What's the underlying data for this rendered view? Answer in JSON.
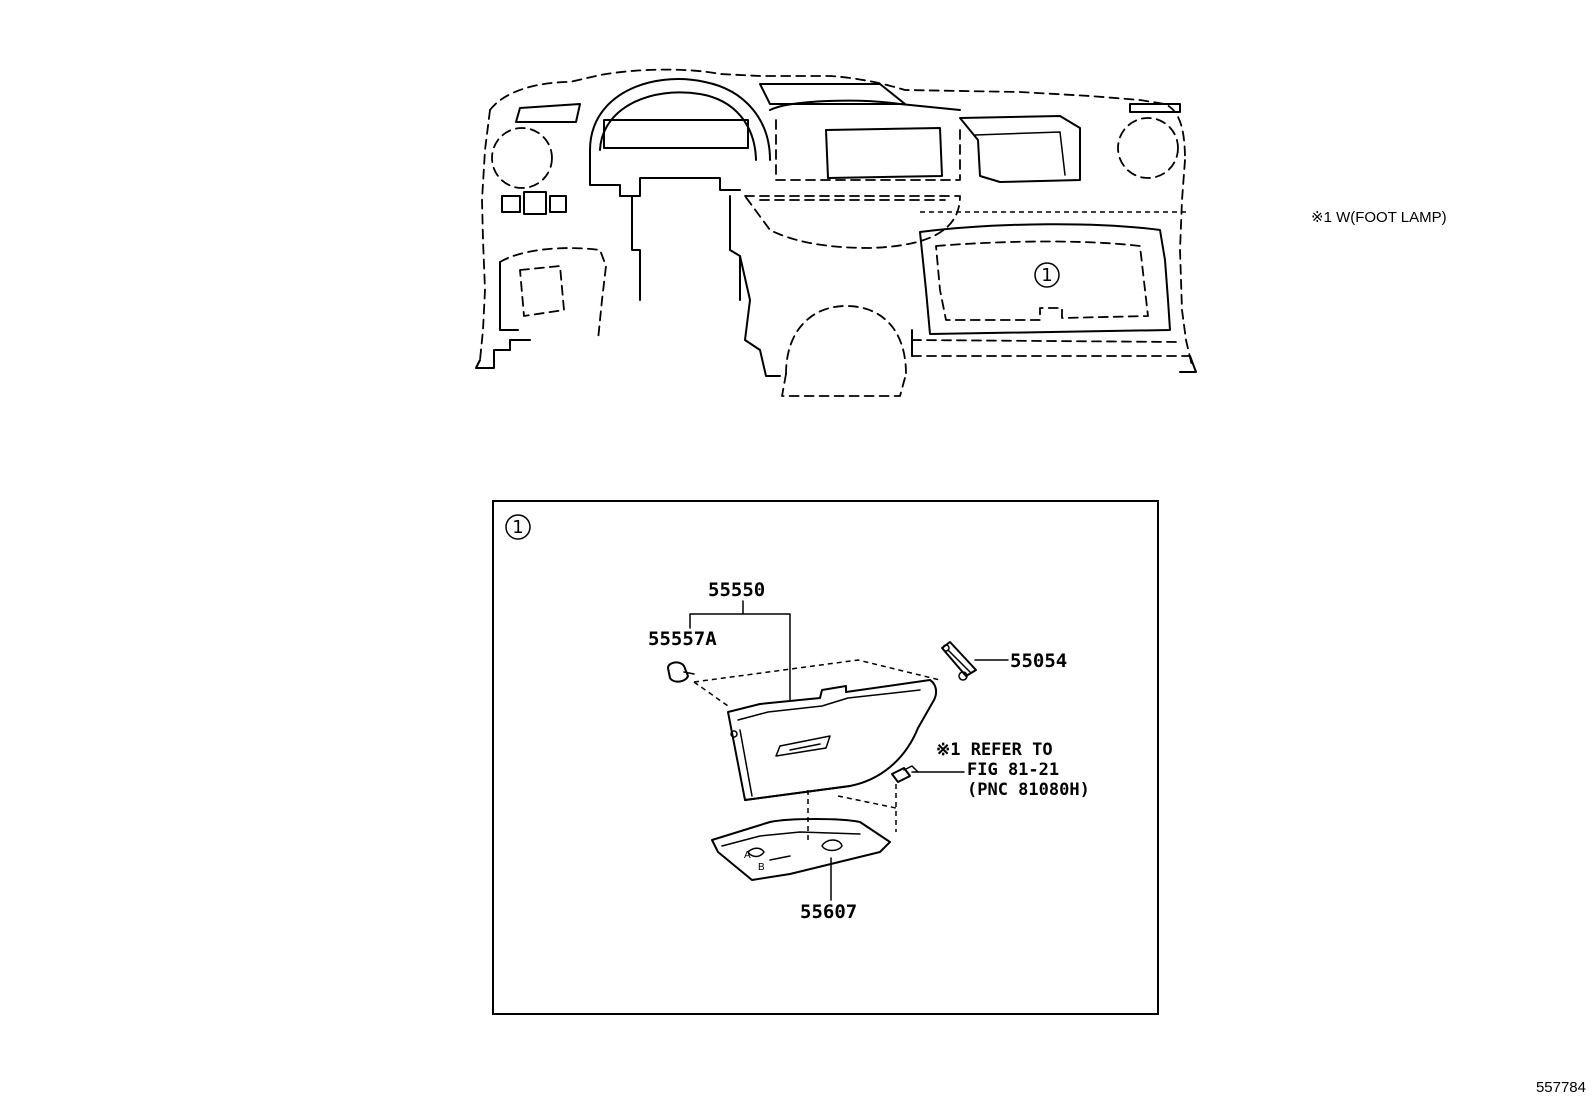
{
  "foot_lamp_note": "※1 W(FOOT LAMP)",
  "callout_marker": "1",
  "detail": {
    "marker": "1",
    "parts": {
      "glove_box_door": "55550",
      "bumper": "55557A",
      "hinge": "55054",
      "lower_panel": "55607"
    },
    "reference_note": {
      "line1": "※1 REFER TO",
      "line2": "FIG 81-21",
      "line3": "(PNC 81080H)"
    }
  },
  "diagram_id": "557784"
}
